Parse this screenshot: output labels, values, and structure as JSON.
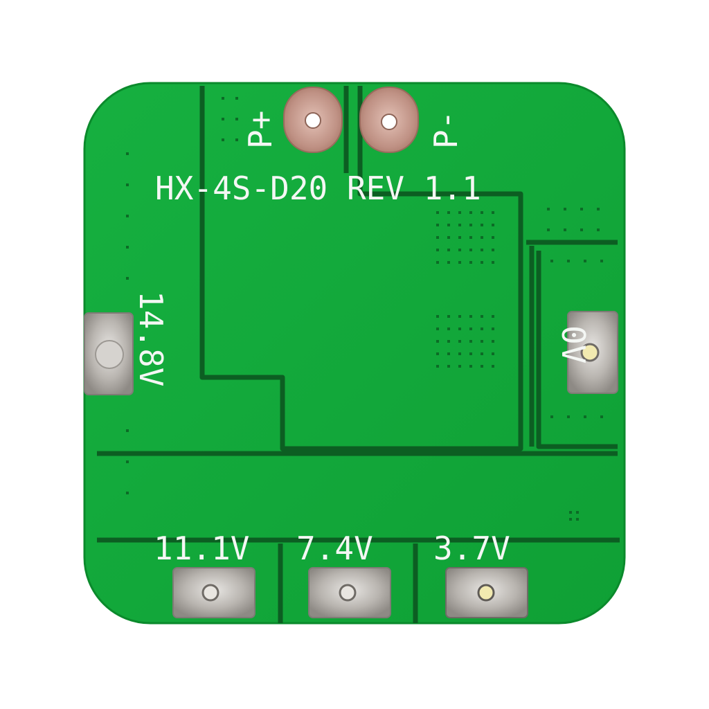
{
  "board": {
    "model_label": "HX-4S-D20 REV 1.1",
    "pin_labels": {
      "p_plus": "P+",
      "p_minus": "P-",
      "voltage_total": "14.8V",
      "voltage_3": "11.1V",
      "voltage_2": "7.4V",
      "voltage_1": "3.7V",
      "ground": "0V"
    }
  },
  "colors": {
    "background": "#ffffff",
    "pcb_green": "#12a83a",
    "pcb_edge": "#0b8a2c",
    "trace_gap": "#0c5e22",
    "silkscreen": "#f4f7f4",
    "pad_metal": "#c9c6c2",
    "gold_pad": "#c79a8c"
  }
}
